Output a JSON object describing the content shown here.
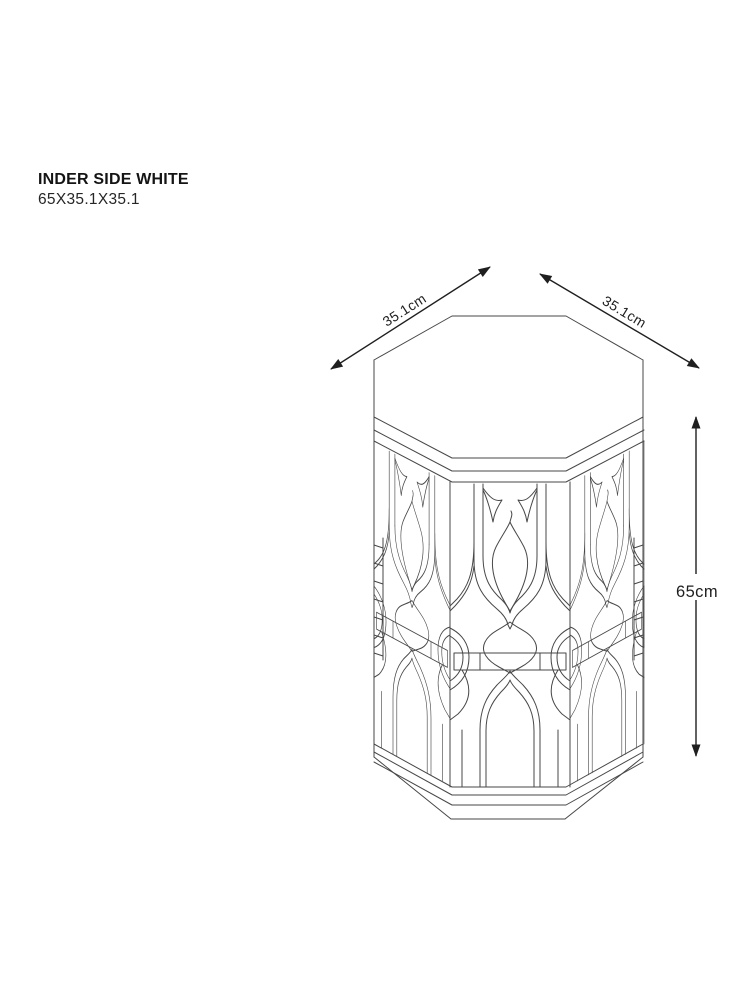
{
  "product": {
    "title": "INDER SIDE WHITE",
    "dimensions_text": "65X35.1X35.1"
  },
  "diagram": {
    "figure_description": "Octagonal open-fretwork side table, isometric line drawing",
    "labels": {
      "top_left": "35.1cm",
      "top_right": "35.1cm",
      "height": "65cm"
    }
  },
  "colors": {
    "background": "#ffffff",
    "line_art": "#474747",
    "dimension": "#1f1f1f",
    "text": "#141414"
  }
}
